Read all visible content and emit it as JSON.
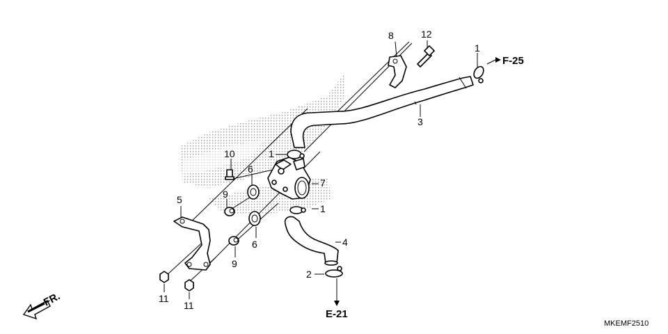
{
  "diagram": {
    "code": "MKEMF2510",
    "direction_label": "FR.",
    "refs": {
      "f25": "F-25",
      "e21": "E-21"
    },
    "callouts": {
      "c1_top": "1",
      "c1_mid": "1",
      "c1_low": "1",
      "c2": "2",
      "c3": "3",
      "c4": "4",
      "c5": "5",
      "c6_top": "6",
      "c6_low": "6",
      "c7": "7",
      "c8": "8",
      "c9_top": "9",
      "c9_low": "9",
      "c10": "10",
      "c11_left": "11",
      "c11_right": "11",
      "c12": "12"
    },
    "colors": {
      "ink": "#000000",
      "shading": "#9a9a9a",
      "paper": "#ffffff"
    }
  }
}
